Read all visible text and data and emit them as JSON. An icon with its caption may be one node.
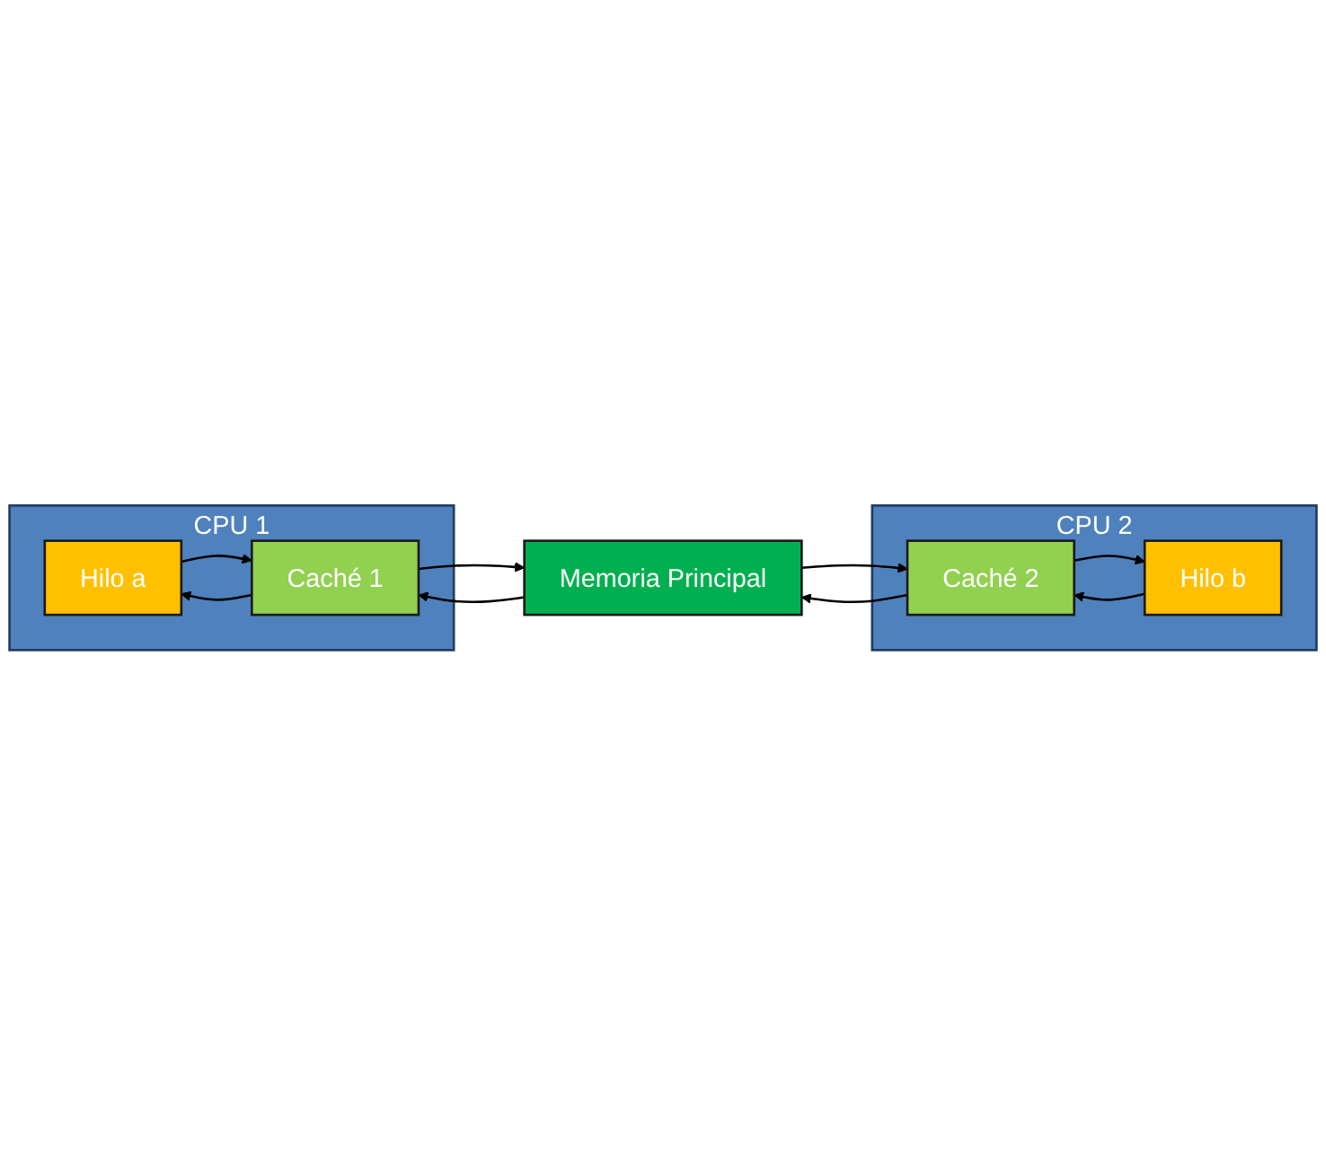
{
  "diagram": {
    "nodes": [
      {
        "text": [
          "CPU 1"
        ]
      },
      {
        "text": [
          "Hilo a"
        ],
        "in": 0
      },
      {
        "text": [
          "Caché 1"
        ],
        "in": 0
      },
      {
        "text": [
          "CPU 2"
        ]
      },
      {
        "text": [
          "Hilo b"
        ],
        "in": 3
      },
      {
        "text": [
          "Caché 2"
        ],
        "in": 3
      },
      {
        "text": [
          "Memoria Principal"
        ]
      }
    ],
    "edges": [
      {
        "from": 1,
        "to": 2,
        "arrow": "to"
      },
      {
        "from": 2,
        "to": 1,
        "arrow": "to"
      },
      {
        "from": 2,
        "to": 6,
        "arrow": "to"
      },
      {
        "from": 6,
        "to": 2,
        "arrow": "to"
      },
      {
        "from": 4,
        "to": 5,
        "arrow": "to"
      },
      {
        "from": 5,
        "to": 4,
        "arrow": "to"
      },
      {
        "from": 5,
        "to": 6,
        "arrow": "to"
      },
      {
        "from": 6,
        "to": 5,
        "arrow": "to"
      }
    ]
  }
}
